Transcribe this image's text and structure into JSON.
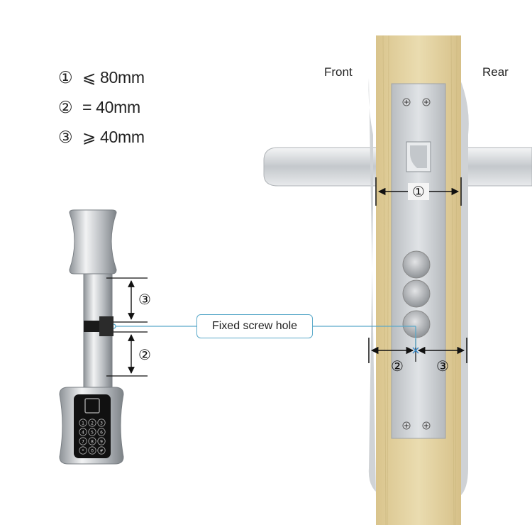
{
  "legend": [
    {
      "marker": "①",
      "operator": "⩽",
      "value": "80mm"
    },
    {
      "marker": "②",
      "operator": "=",
      "value": "40mm"
    },
    {
      "marker": "③",
      "operator": "⩾",
      "value": "40mm"
    }
  ],
  "labels": {
    "front": "Front",
    "rear": "Rear",
    "fixed_screw_hole": "Fixed screw hole"
  },
  "dimension_markers": {
    "door_width": "①",
    "cylinder_front": "③",
    "cylinder_rear": "②",
    "door_front": "②",
    "door_rear": "③"
  },
  "keypad_digits": [
    "1",
    "2",
    "3",
    "4",
    "5",
    "6",
    "7",
    "8",
    "9",
    "*",
    "0",
    "#"
  ],
  "colors": {
    "door_wood": "#e6d7a6",
    "metal": "#c9cdd1",
    "accent_line": "#5aa9c9",
    "dimension_line": "#111111"
  }
}
